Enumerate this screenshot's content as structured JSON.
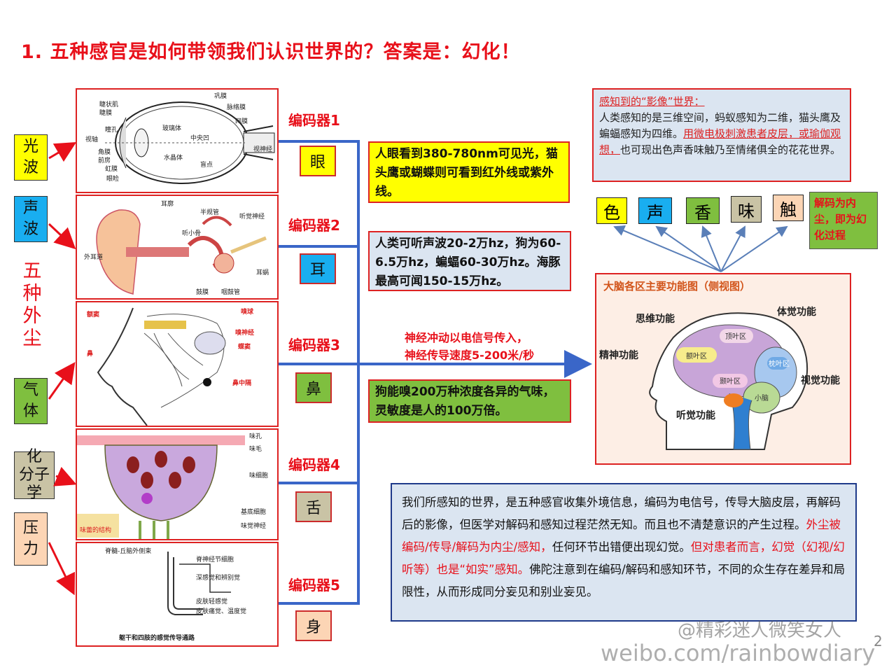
{
  "title": "1. 五种感官是如何带领我们认识世界的？答案是：幻化！",
  "stimuli": [
    {
      "label": "光\n波",
      "color": "#ffff00"
    },
    {
      "label": "声\n波",
      "color": "#19aef0"
    },
    {
      "label": "气\n体",
      "color": "#7fbf3f"
    },
    {
      "label": "化\n分子学",
      "color": "#c9c3a5"
    },
    {
      "label": "压\n力",
      "color": "#fcd5b5"
    }
  ],
  "five_dusts_label": "五\n种\n外\n尘",
  "encoders": [
    "编码器1",
    "编码器2",
    "编码器3",
    "编码器4",
    "编码器5"
  ],
  "organs": [
    {
      "label": "眼",
      "color": "#ffff00"
    },
    {
      "label": "耳",
      "color": "#19aef0"
    },
    {
      "label": "鼻",
      "color": "#7fbf3f"
    },
    {
      "label": "舌",
      "color": "#c9c3a5"
    },
    {
      "label": "身",
      "color": "#fcd5b5"
    }
  ],
  "eye_labels": [
    "巩膜",
    "睫状肌",
    "脉络膜",
    "睫膜",
    "网膜",
    "瞳孔",
    "玻璃体",
    "视轴",
    "中央凹",
    "角膜",
    "前房",
    "水晶体",
    "视神经",
    "虹膜",
    "盲点",
    "眼睑"
  ],
  "ear_labels": [
    "耳廓",
    "半规管",
    "听觉神经",
    "听小骨",
    "外耳道",
    "耳蜗",
    "鼓膜",
    "咽鼓管"
  ],
  "nose_labels": [
    "额窦",
    "嗅球",
    "嗅神经",
    "蝶窦",
    "鼻",
    "鼻中隔"
  ],
  "tongue_labels": [
    "味孔",
    "味毛",
    "味细胞",
    "基底细胞",
    "味觉神经",
    "味蕾的结构"
  ],
  "body_labels": [
    "脊髓-丘脑外侧束",
    "脊神经节细胞",
    "深感觉和辨别觉",
    "皮肤轻感觉",
    "皮肤痛觉、温度觉",
    "躯干和四肢的感觉传导通路"
  ],
  "info_eye": "人眼看到380-780nm可见光，猫头鹰或蝴蝶则可看到红外线或紫外线。",
  "info_ear": "人类可听声波20-2万hz，狗为60-6.5万hz，蝙蝠60-30万hz。海豚最高可闻150-15万hz。",
  "info_nose": "狗能嗅200万种浓度各异的气味，灵敏度是人的100万倍。",
  "nerve_text_1": "神经冲动以电信号传入，",
  "nerve_text_2": "神经传导速度5-200米/秒",
  "image_world": {
    "title": "感知到的“影像”世界：",
    "line1": "人类感知的是三维空间，蚂蚁感知为二维，猫头鹰及蝙蝠感知为四维。",
    "red": "用微电极刺激患者皮层，或瑜伽观想，",
    "line2": "也可现出色声香味触乃至情绪俱全的花花世界。"
  },
  "senses": [
    {
      "label": "色",
      "color": "#ffff00"
    },
    {
      "label": "声",
      "color": "#19aef0"
    },
    {
      "label": "香",
      "color": "#7fbf3f"
    },
    {
      "label": "味",
      "color": "#c9c3a5"
    },
    {
      "label": "触",
      "color": "#fcd5b5"
    }
  ],
  "decode_note": "解码为内尘，即为幻化过程",
  "brain": {
    "title": "大脑各区主要功能图（侧视图）",
    "labels": [
      "思维功能",
      "体觉功能",
      "精神功能",
      "视觉功能",
      "听觉功能"
    ],
    "regions": [
      "额叶区",
      "顶叶区",
      "枕叶区",
      "颞叶区",
      "小脑"
    ]
  },
  "summary": {
    "p1": "我们所感知的世界，是五种感官收集外境信息，编码为电信号，传导大脑皮层，再解码后的影像，但医学对解码和感知过程茫然无知。而且也不清楚意识的产生过程。",
    "r1": "外尘被编码/传导/解码为内尘/感知，",
    "p2": "任何环节出错便出现幻觉。",
    "r2": "但对患者而言，幻觉（幻视/幻听等）也是“如实”感知。",
    "p3": "佛陀注意到在编码/解码和感知环节，不同的众生存在差异和局限性，从而形成同分妄见和别业妄见。"
  },
  "watermark_handle": "@精彩迷人微笑女人",
  "watermark_url": "weibo.com/rainbowdiary",
  "page_number": "2"
}
